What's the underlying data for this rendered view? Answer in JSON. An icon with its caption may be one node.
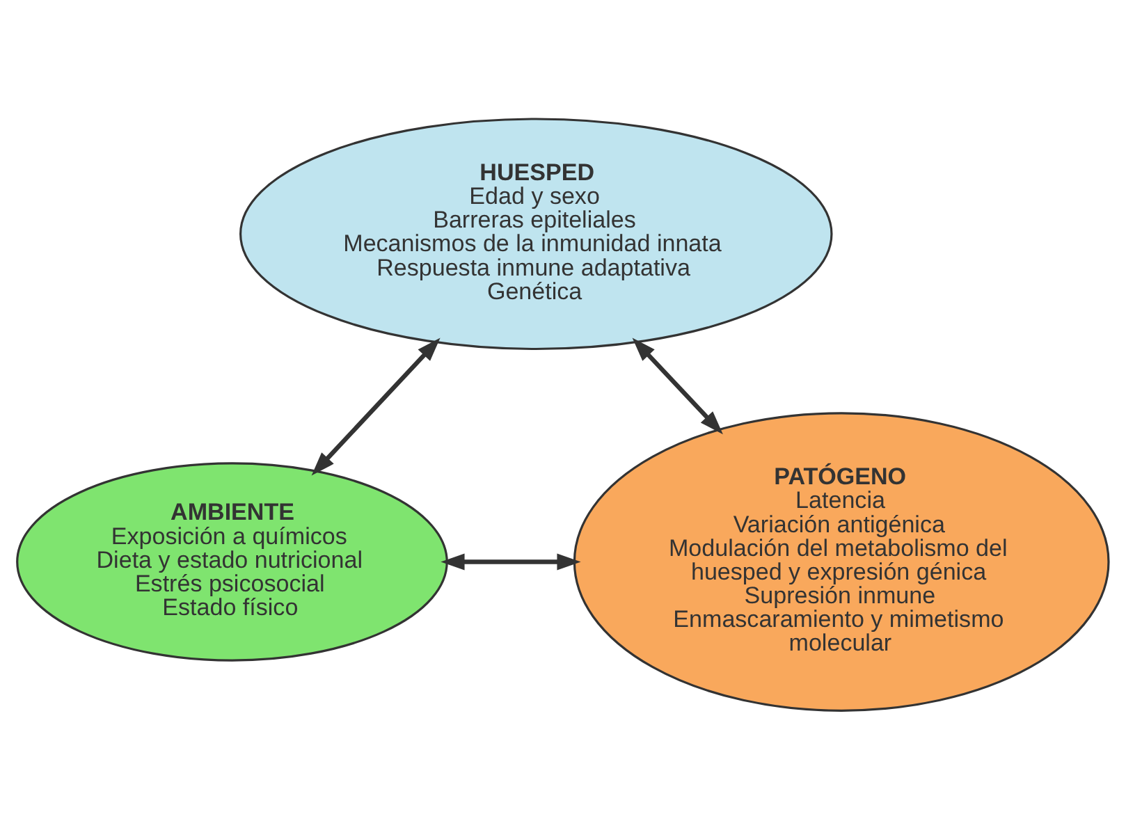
{
  "diagram": {
    "nodes": [
      {
        "text": [
          "HUESPED",
          "Edad y sexo",
          "Barreras epiteliales",
          "Mecanismos de la inmunidad innata",
          "Respuesta inmune adaptativa",
          "Genética"
        ]
      },
      {
        "text": [
          "AMBIENTE",
          "Exposición a químicos",
          "Dieta y estado nutricional",
          "Estrés psicosocial",
          "Estado físico"
        ]
      },
      {
        "text": [
          "PATÓGENO",
          "Latencia",
          "Variación antigénica",
          "Modulación del metabolismo del huesped y expresión génica",
          "Supresión inmune",
          "Enmascaramiento y mimetismo molecular"
        ]
      }
    ],
    "edges": [
      {
        "from": 0,
        "to": 1,
        "arrow": "both"
      },
      {
        "from": 0,
        "to": 2,
        "arrow": "both"
      },
      {
        "from": 1,
        "to": 2,
        "arrow": "both"
      }
    ]
  }
}
